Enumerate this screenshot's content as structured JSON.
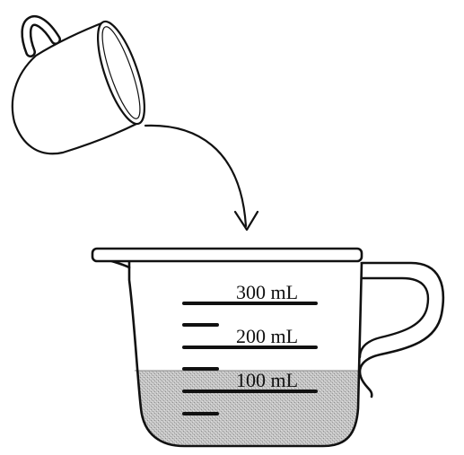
{
  "diagram": {
    "scale_labels": [
      "300 mL",
      "200 mL",
      "100 mL"
    ],
    "colors": {
      "stroke": "#111111",
      "liquid": "#bdbdbd",
      "background": "#ffffff"
    },
    "icons": [
      "cup-icon",
      "pour-arrow-icon",
      "measuring-cup-icon"
    ]
  }
}
